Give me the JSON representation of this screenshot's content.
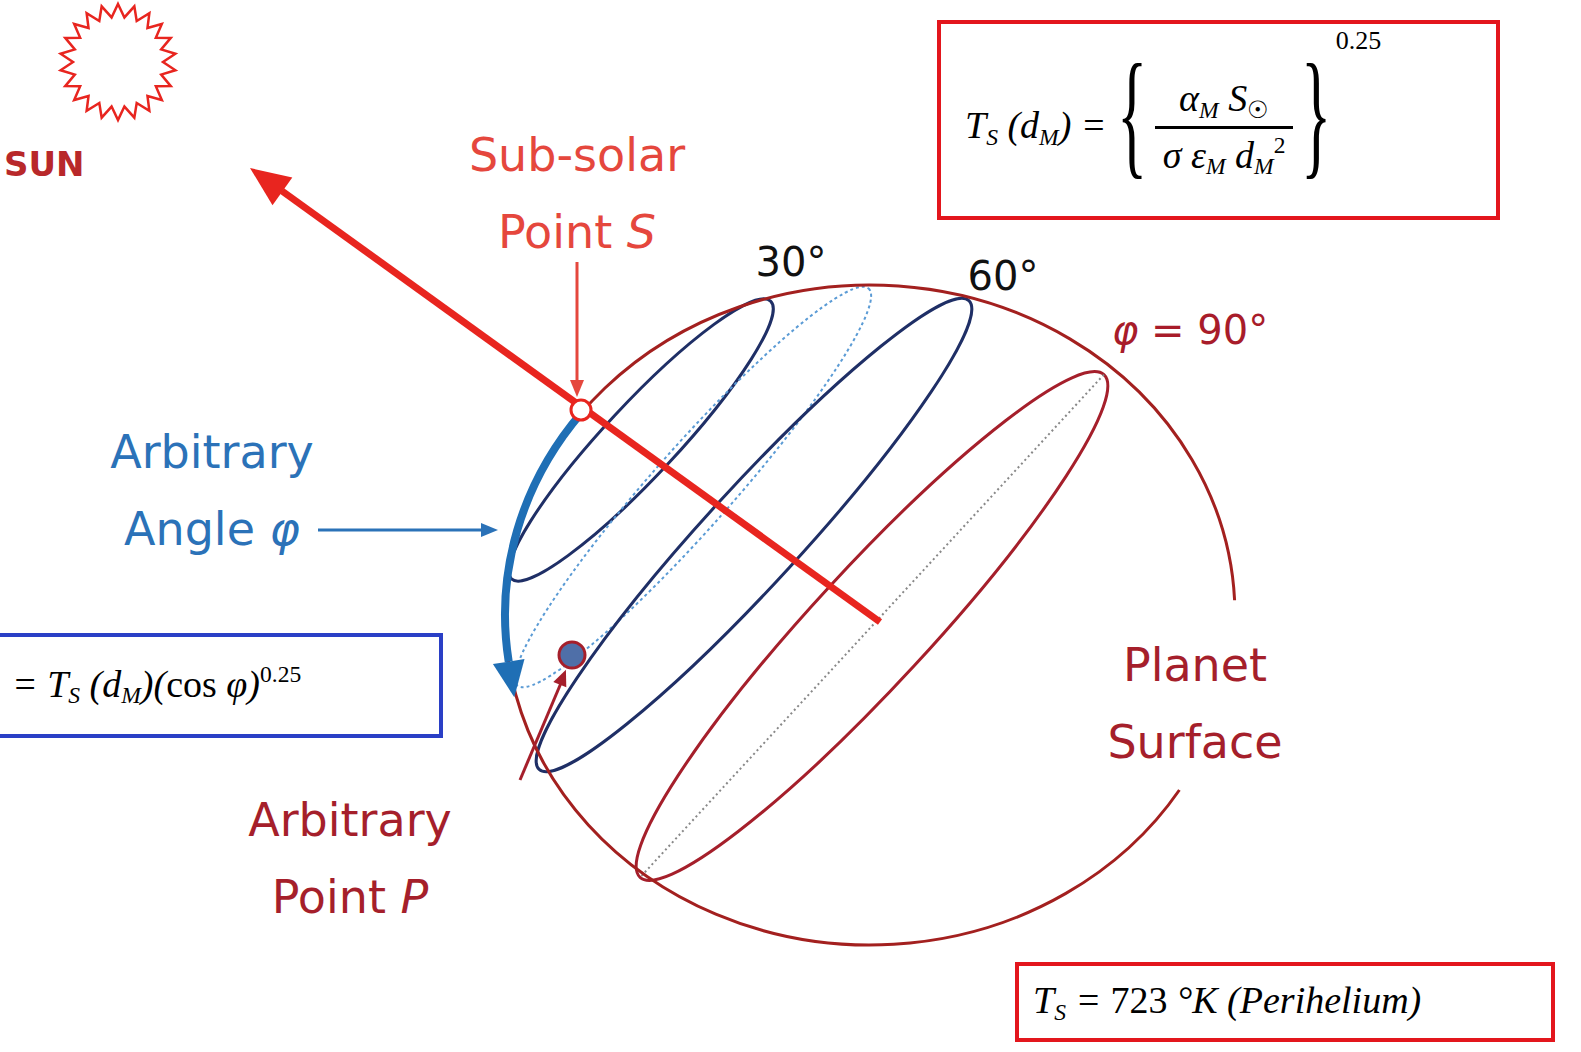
{
  "diagram": {
    "nodes": [
      {
        "text": [
          "TS (dM) =",
          "{",
          "αM S☉",
          "σ εM dM2",
          "}",
          "0.25"
        ]
      },
      {
        "text": [
          "= TS (dM)(cos φ)0.25"
        ]
      },
      {
        "text": [
          "TS = 723 °K (Perihelium)"
        ]
      }
    ],
    "labels": [
      "SUN",
      "Sub-solar Point S",
      "30°",
      "60°",
      "φ = 90°",
      "Arbitrary Angle φ",
      "Arbitrary Point P",
      "Planet Surface"
    ]
  }
}
